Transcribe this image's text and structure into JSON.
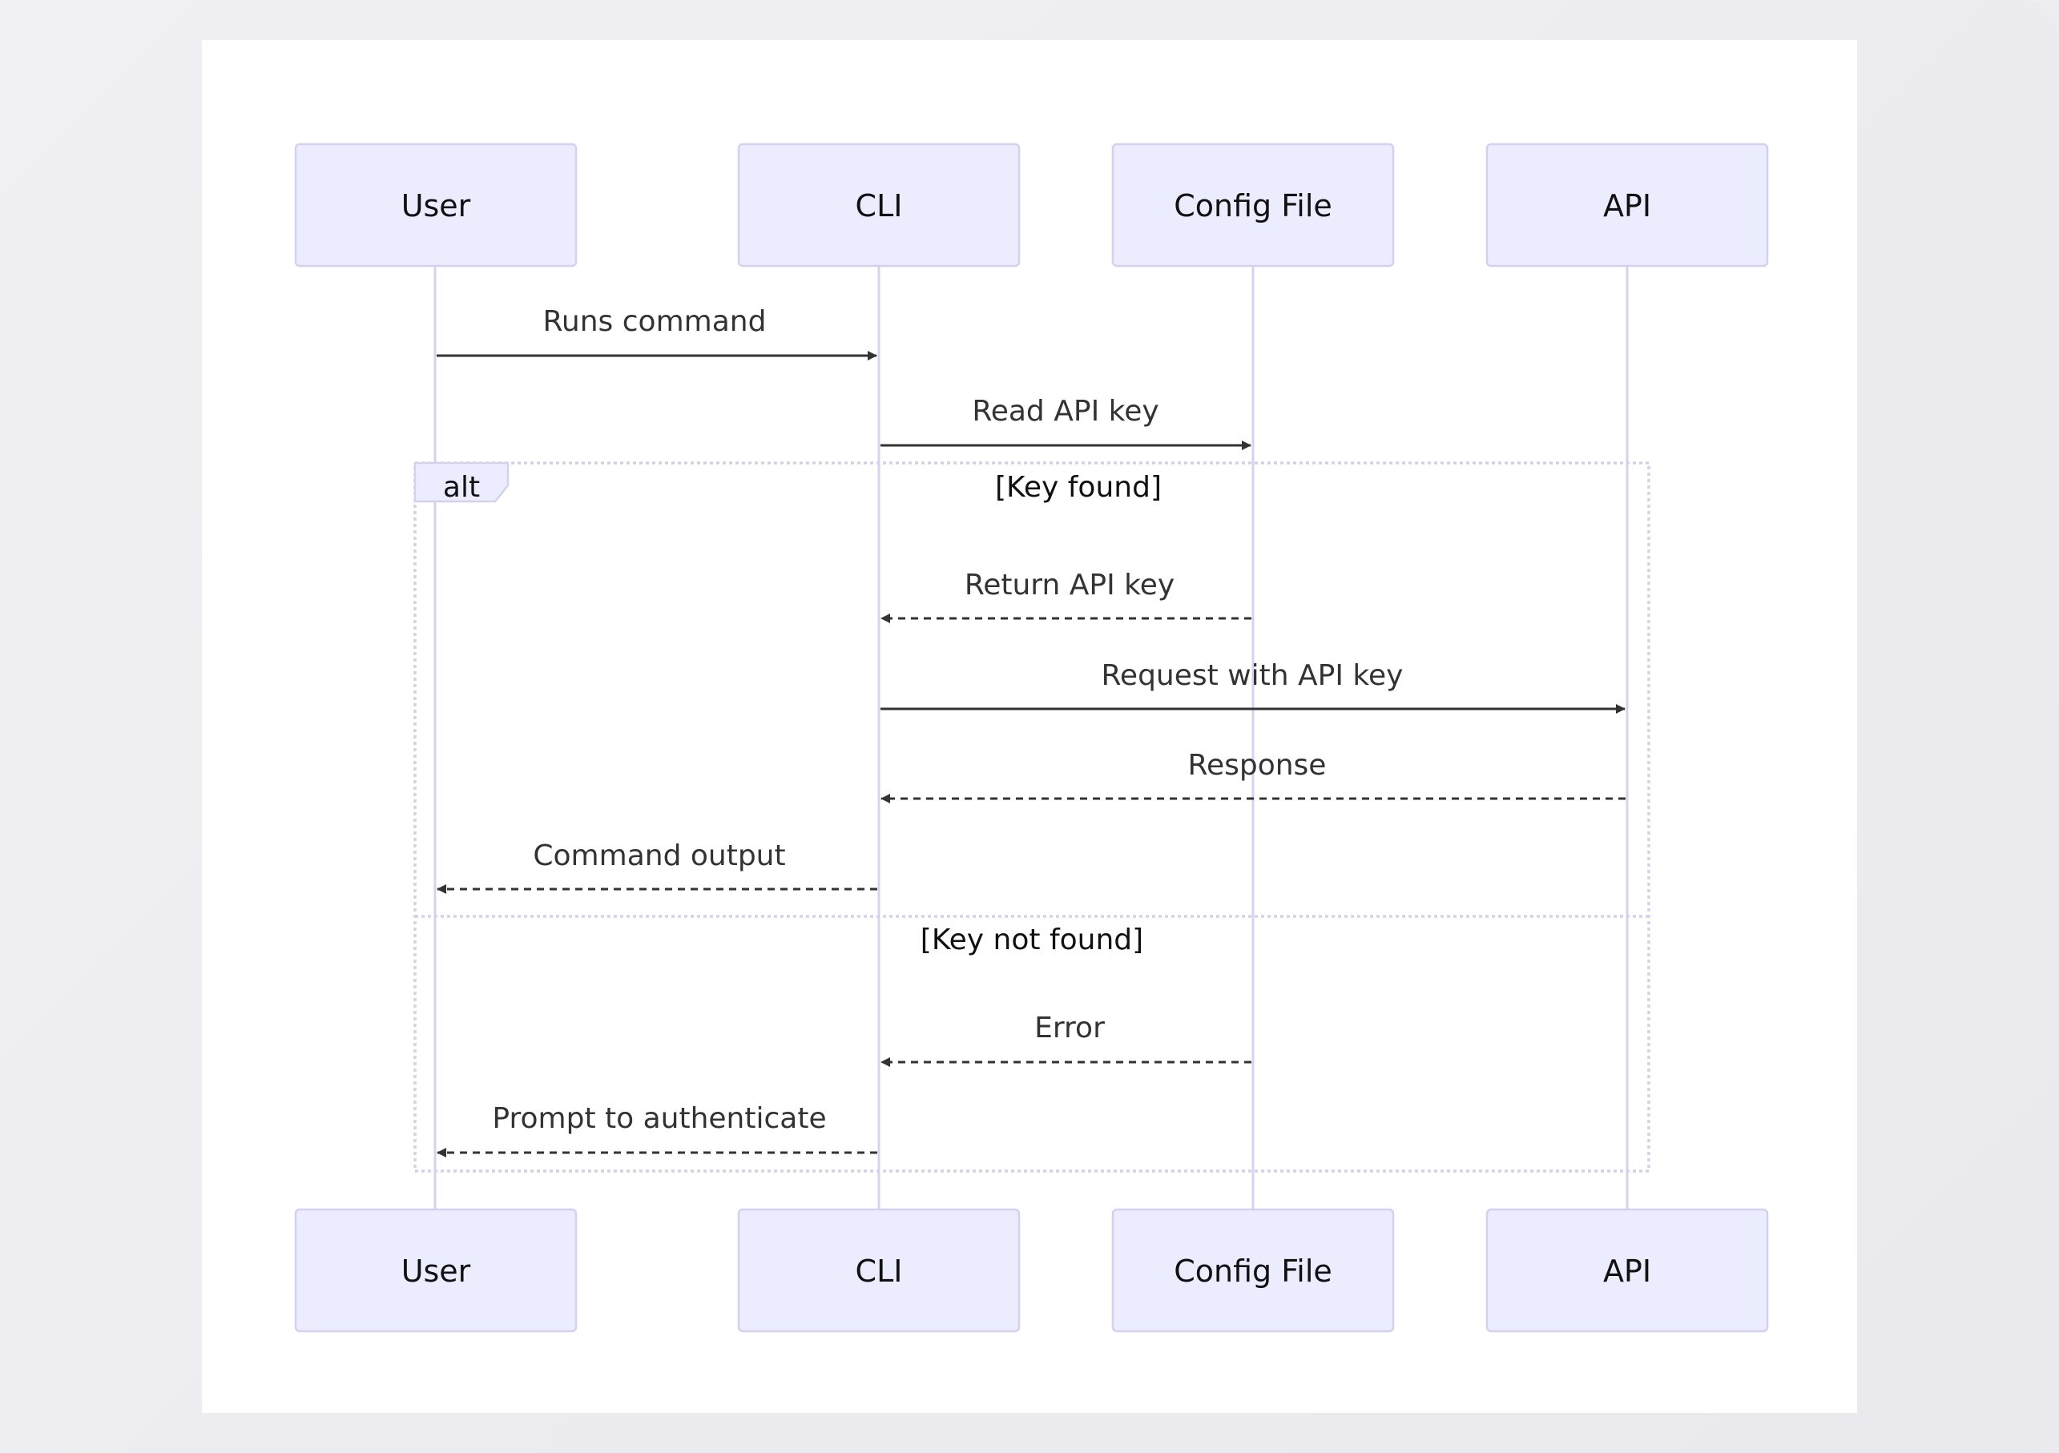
{
  "diagram": {
    "participants": [
      {
        "id": "user",
        "label": "User"
      },
      {
        "id": "cli",
        "label": "CLI"
      },
      {
        "id": "config",
        "label": "Config File"
      },
      {
        "id": "api",
        "label": "API"
      }
    ],
    "messages": [
      {
        "id": "m1",
        "from": "user",
        "to": "cli",
        "label": "Runs command",
        "style": "solid"
      },
      {
        "id": "m2",
        "from": "cli",
        "to": "config",
        "label": "Read API key",
        "style": "solid"
      },
      {
        "id": "m3",
        "from": "config",
        "to": "cli",
        "label": "Return API key",
        "style": "dashed"
      },
      {
        "id": "m4",
        "from": "cli",
        "to": "api",
        "label": "Request with API key",
        "style": "solid"
      },
      {
        "id": "m5",
        "from": "api",
        "to": "cli",
        "label": "Response",
        "style": "dashed"
      },
      {
        "id": "m6",
        "from": "cli",
        "to": "user",
        "label": "Command output",
        "style": "dashed"
      },
      {
        "id": "m7",
        "from": "config",
        "to": "cli",
        "label": "Error",
        "style": "dashed"
      },
      {
        "id": "m8",
        "from": "cli",
        "to": "user",
        "label": "Prompt to authenticate",
        "style": "dashed"
      }
    ],
    "alt_block": {
      "label": "alt",
      "conditions": [
        "[Key found]",
        "[Key not found]"
      ]
    },
    "colors": {
      "actor_fill": "#ececff",
      "actor_stroke": "#d3d0f0",
      "lifeline": "#d7d3ee",
      "arrow": "#333333"
    }
  }
}
